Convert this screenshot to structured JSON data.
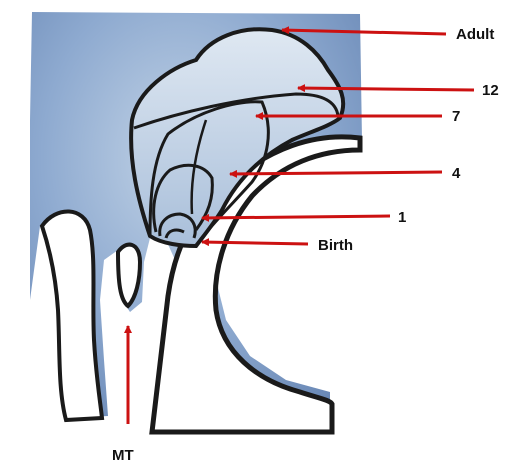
{
  "labels": {
    "adult": "Adult",
    "age12": "12",
    "age7": "7",
    "age4": "4",
    "age1": "1",
    "birth": "Birth",
    "mt": "MT"
  },
  "colors": {
    "tissue": "#7f9fc6",
    "tissue_light": "#b3c8df",
    "outline": "#1a1a1a",
    "arrow": "#cc1111"
  }
}
